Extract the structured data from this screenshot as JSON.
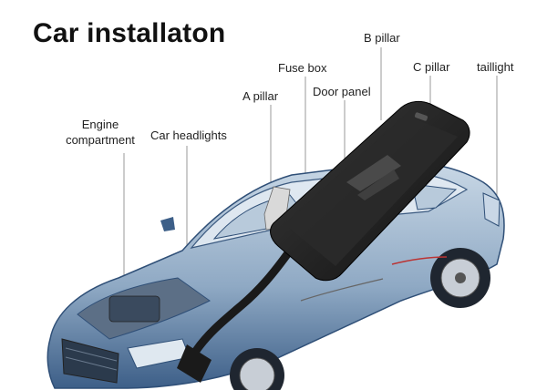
{
  "title": "Car installaton",
  "labels": {
    "engine": "Engine\ncompartment",
    "headlights": "Car headlights",
    "a_pillar": "A pillar",
    "fuse_box": "Fuse box",
    "door_panel": "Door panel",
    "b_pillar": "B pillar",
    "c_pillar": "C pillar",
    "taillight": "taillight"
  },
  "colors": {
    "car_body": "#9fb6cc",
    "car_dark": "#2f4f77",
    "device": "#1c1c1c",
    "leader_line": "#9a9a9a"
  }
}
